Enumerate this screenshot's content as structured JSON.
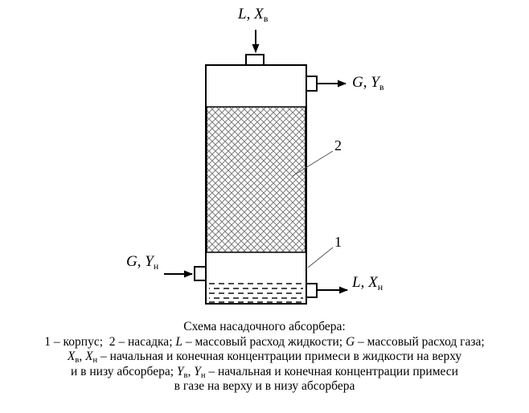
{
  "figure": {
    "streams": {
      "liquid_in_top": {
        "var1": "L",
        "sep": ", ",
        "var2": "X",
        "sub": "в"
      },
      "gas_out_top": {
        "var1": "G",
        "sep": ", ",
        "var2": "Y",
        "sub": "в"
      },
      "gas_in_bottom": {
        "var1": "G",
        "sep": ", ",
        "var2": "Y",
        "sub": "н"
      },
      "liquid_out_bottom": {
        "var1": "L",
        "sep": ", ",
        "var2": "X",
        "sub": "н"
      }
    },
    "callouts": {
      "packing": "2",
      "body": "1"
    }
  },
  "caption": {
    "lines": [
      [
        {
          "t": "Схема насадочного абсорбера:",
          "s": "n"
        }
      ],
      [
        {
          "t": "1 – корпус;  2 – насадка; ",
          "s": "n"
        },
        {
          "t": "L",
          "s": "i"
        },
        {
          "t": " – массовый расход жидкости; ",
          "s": "n"
        },
        {
          "t": "G",
          "s": "i"
        },
        {
          "t": " – массовый расход газа;",
          "s": "n"
        }
      ],
      [
        {
          "t": "X",
          "s": "i"
        },
        {
          "t": "в",
          "s": "sub"
        },
        {
          "t": ", ",
          "s": "n"
        },
        {
          "t": "X",
          "s": "i"
        },
        {
          "t": "н",
          "s": "sub"
        },
        {
          "t": " – начальная и конечная концентрации примеси в жидкости на верху",
          "s": "n"
        }
      ],
      [
        {
          "t": "и в низу абсорбера; ",
          "s": "n"
        },
        {
          "t": "Y",
          "s": "i"
        },
        {
          "t": "в",
          "s": "sub"
        },
        {
          "t": ", ",
          "s": "n"
        },
        {
          "t": "Y",
          "s": "i"
        },
        {
          "t": "н",
          "s": "sub"
        },
        {
          "t": " – начальная и конечная концентрации примеси",
          "s": "n"
        }
      ],
      [
        {
          "t": "в газе на верху и в низу абсорбера",
          "s": "n"
        }
      ]
    ]
  },
  "colors": {
    "line": "#000000",
    "hatch": "#7d7d7d",
    "liquid_dash": "#4a4a4a",
    "leader": "#555555",
    "background": "#ffffff"
  }
}
